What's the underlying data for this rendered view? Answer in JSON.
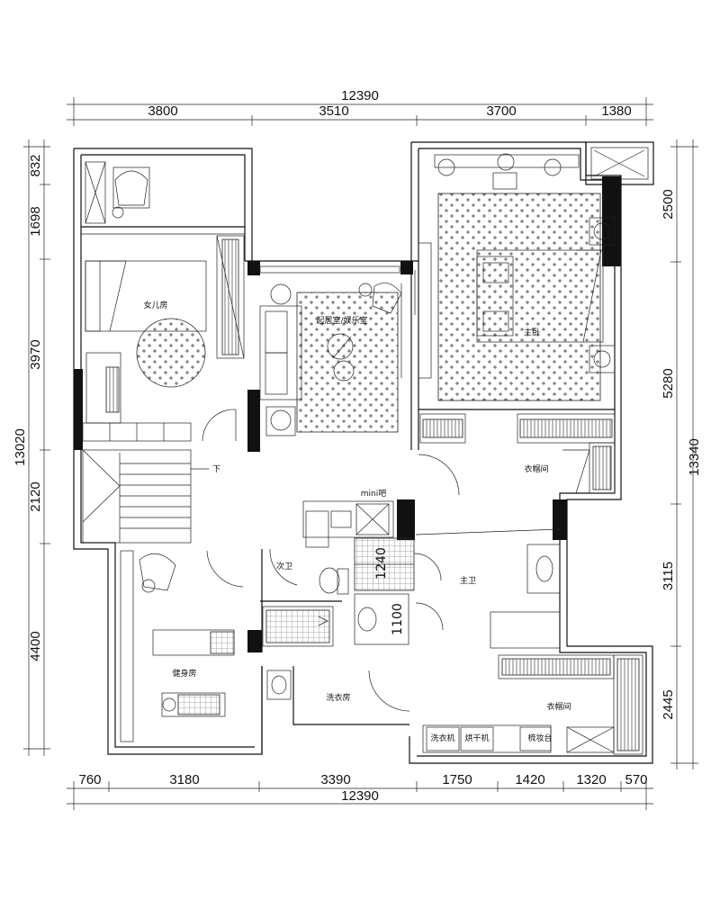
{
  "top_dims": {
    "total": "12390",
    "segments": [
      "3800",
      "3510",
      "3700",
      "1380"
    ]
  },
  "bottom_dims": {
    "total": "12390",
    "segments": [
      "760",
      "3180",
      "3390",
      "1750",
      "1420",
      "1320",
      "570"
    ]
  },
  "left_dims": {
    "total": "13020",
    "segments": [
      "832",
      "1698",
      "3970",
      "2120",
      "4400"
    ]
  },
  "right_dims": {
    "total": "13340",
    "segments": [
      "2500",
      "5280",
      "3115",
      "2445"
    ]
  },
  "inner_dims": {
    "shower_width": "1240",
    "toilet_width": "1100"
  },
  "rooms": {
    "daughter_room": "女儿房",
    "living_room": "起居室/娱乐室",
    "master_bedroom": "主卧",
    "cloakroom_upper": "衣帽间",
    "mini_bar": "mini吧",
    "secondary_bath": "次卫",
    "master_bath": "主卫",
    "gym": "健身房",
    "laundry_room": "洗衣房",
    "cloakroom_lower": "衣帽间",
    "washer": "洗衣机",
    "dryer": "烘干机",
    "vanity": "梳妆台",
    "stair_down": "下"
  }
}
